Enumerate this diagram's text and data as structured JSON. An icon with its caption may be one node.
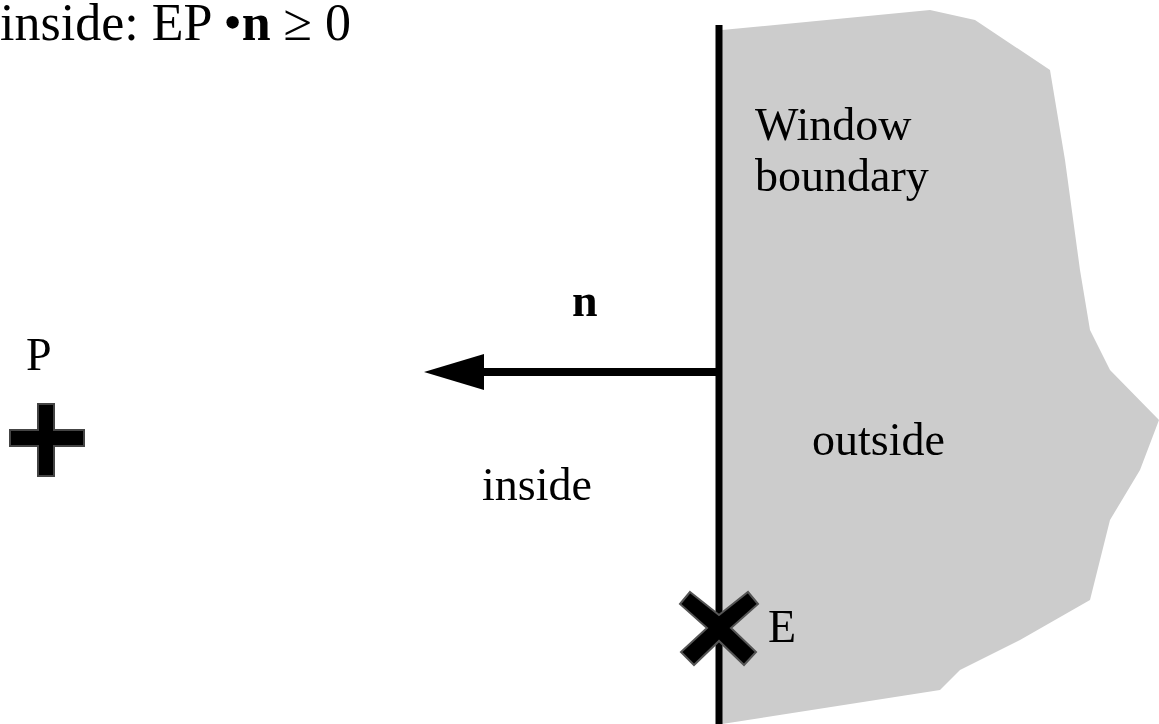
{
  "diagram": {
    "title": "inside: EP •**n** ≥ 0",
    "nodes": [
      {
        "text": [
          "Window boundary",
          "outside"
        ]
      }
    ],
    "labels": [
      "**n**",
      "P",
      "inside",
      "E"
    ]
  }
}
